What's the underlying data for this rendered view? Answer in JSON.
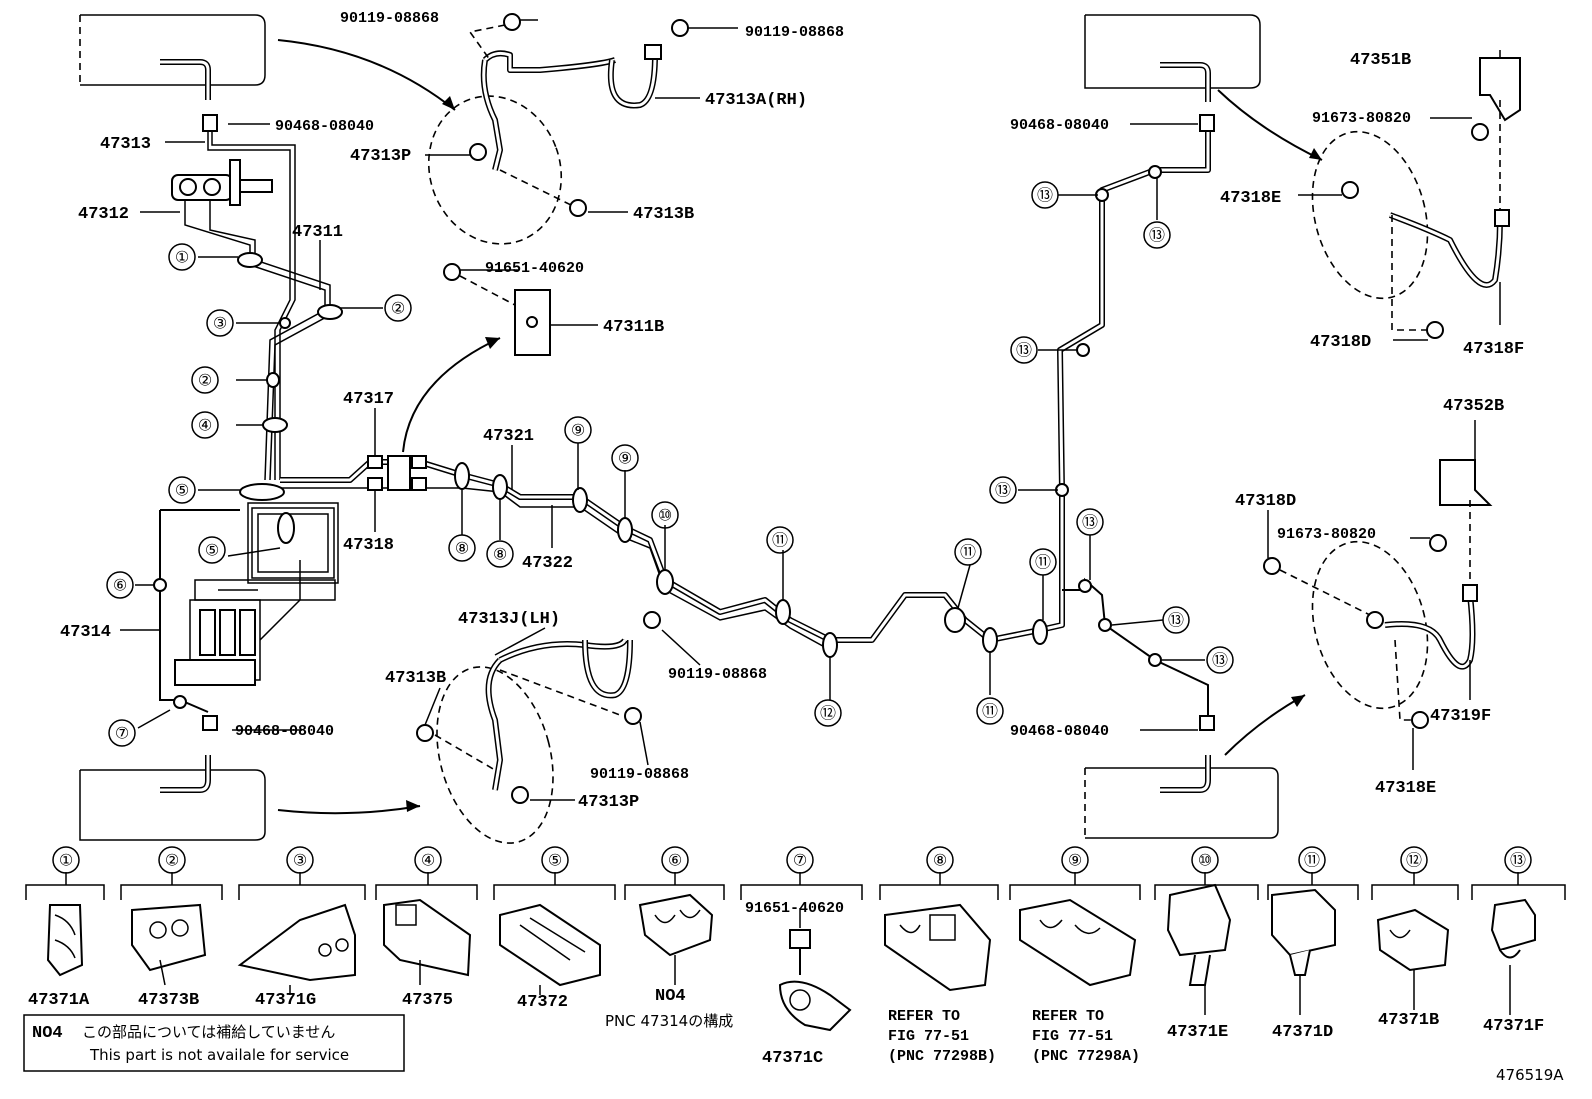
{
  "parts": {
    "p90119_08868_top_left": "90119-08868",
    "p90119_08868_top_right": "90119-08868",
    "p47313A_rh": "47313A(RH)",
    "p90468_08040_top_left": "90468-08040",
    "p47313": "47313",
    "p47313P_top": "47313P",
    "p47313B_top": "47313B",
    "p47312": "47312",
    "p47311": "47311",
    "p91651_40620_top": "91651-40620",
    "p47311B": "47311B",
    "p47317": "47317",
    "p47318": "47318",
    "p47321": "47321",
    "p47322": "47322",
    "p47314": "47314",
    "p47313J_lh": "47313J(LH)",
    "p47313B_bottom": "47313B",
    "p90119_08868_mid": "90119-08868",
    "p90119_08868_bottom": "90119-08868",
    "p47313P_bottom": "47313P",
    "p90468_08040_bottom_left": "90468-08040",
    "p90468_08040_top_right": "90468-08040",
    "p90468_08040_bottom_right": "90468-08040",
    "p47351B": "47351B",
    "p91673_80820_top": "91673-80820",
    "p47318E_top": "47318E",
    "p47318D_top": "47318D",
    "p47318F": "47318F",
    "p47352B": "47352B",
    "p47318D_mid": "47318D",
    "p91673_80820_mid": "91673-80820",
    "p47319F": "47319F",
    "p47318E_bottom": "47318E"
  },
  "callouts": [
    "①",
    "②",
    "③",
    "④",
    "⑤",
    "⑥",
    "⑦",
    "⑧",
    "⑨",
    "⑩",
    "⑪",
    "⑫",
    "⑬"
  ],
  "legend": [
    {
      "num": "①",
      "part": "47371A"
    },
    {
      "num": "②",
      "part": "47373B"
    },
    {
      "num": "③",
      "part": "47371G"
    },
    {
      "num": "④",
      "part": "47375"
    },
    {
      "num": "⑤",
      "part": "47372"
    },
    {
      "num": "⑥",
      "part": "NO4",
      "sub": "PNC 47314の構成"
    },
    {
      "num": "⑦",
      "part": "47371C",
      "bolt": "91651-40620"
    },
    {
      "num": "⑧",
      "refer": [
        "REFER TO",
        "FIG 77-51",
        "(PNC 77298B)"
      ]
    },
    {
      "num": "⑨",
      "refer": [
        "REFER TO",
        "FIG 77-51",
        "(PNC 77298A)"
      ]
    },
    {
      "num": "⑩",
      "part": "47371E"
    },
    {
      "num": "⑪",
      "part": "47371D"
    },
    {
      "num": "⑫",
      "part": "47371B"
    },
    {
      "num": "⑬",
      "part": "47371F"
    }
  ],
  "note": {
    "code": "NO4",
    "jp": "この部品については補給していません",
    "en": "This part is not availale for service"
  },
  "figure_id": "476519A"
}
